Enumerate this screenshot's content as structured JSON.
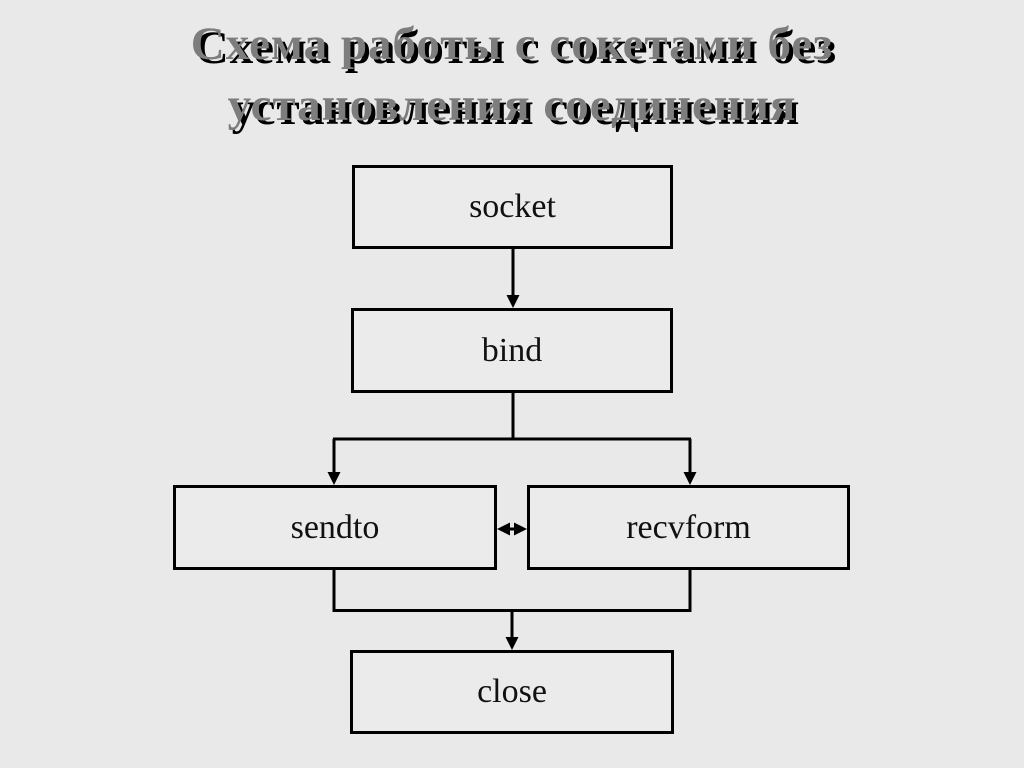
{
  "title": {
    "line1": "Схема работы с сокетами без",
    "line2": "установления соединения"
  },
  "diagram": {
    "type": "flowchart",
    "description_visible_text_only": "socket flow without connection establishment",
    "nodes": {
      "socket": {
        "label": "socket"
      },
      "bind": {
        "label": "bind"
      },
      "sendto": {
        "label": "sendto"
      },
      "recvform": {
        "label": "recvform"
      },
      "close": {
        "label": "close"
      }
    },
    "edges": [
      {
        "from": "socket",
        "to": "bind",
        "type": "arrow"
      },
      {
        "from": "bind",
        "to": "sendto",
        "type": "arrow"
      },
      {
        "from": "bind",
        "to": "recvform",
        "type": "arrow"
      },
      {
        "from": "sendto",
        "to": "recvform",
        "type": "double-arrow"
      },
      {
        "from": "sendto",
        "to": "close",
        "type": "arrow-merged"
      },
      {
        "from": "recvform",
        "to": "close",
        "type": "arrow-merged"
      }
    ]
  },
  "colors": {
    "background": "#e9e9e9",
    "box_fill": "#ebebeb",
    "line": "#000000",
    "title_fill": "#7d7d7d",
    "title_shadow": "#000000"
  }
}
